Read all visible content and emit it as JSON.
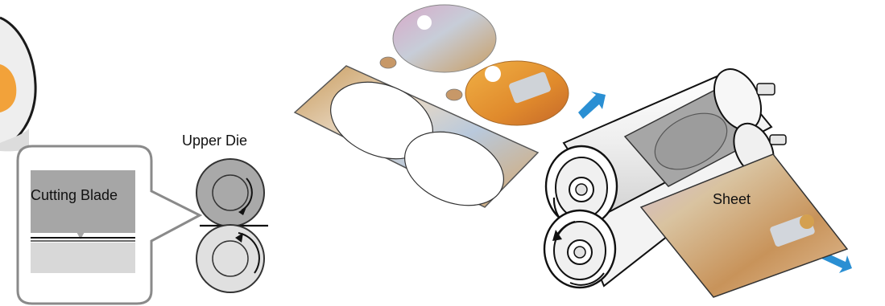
{
  "labels": {
    "upper_die": "Upper Die",
    "cutting_blade": "Cutting Blade",
    "sheet": "Sheet"
  },
  "icons": {
    "feed_arrow": "arrow-icon",
    "rotation_arrow": "curved-arrow-icon"
  },
  "colors": {
    "arrow_blue": "#2a8fd3",
    "die_gray": "#a9a9a9",
    "die_light": "#dedede",
    "blade_panel_dark": "#a6a6a6",
    "blade_panel_light": "#d8d8d8",
    "callout_stroke": "#8a8a8a",
    "sheet_tan": "#c9a063",
    "disc_orange": "#e08a2c"
  }
}
